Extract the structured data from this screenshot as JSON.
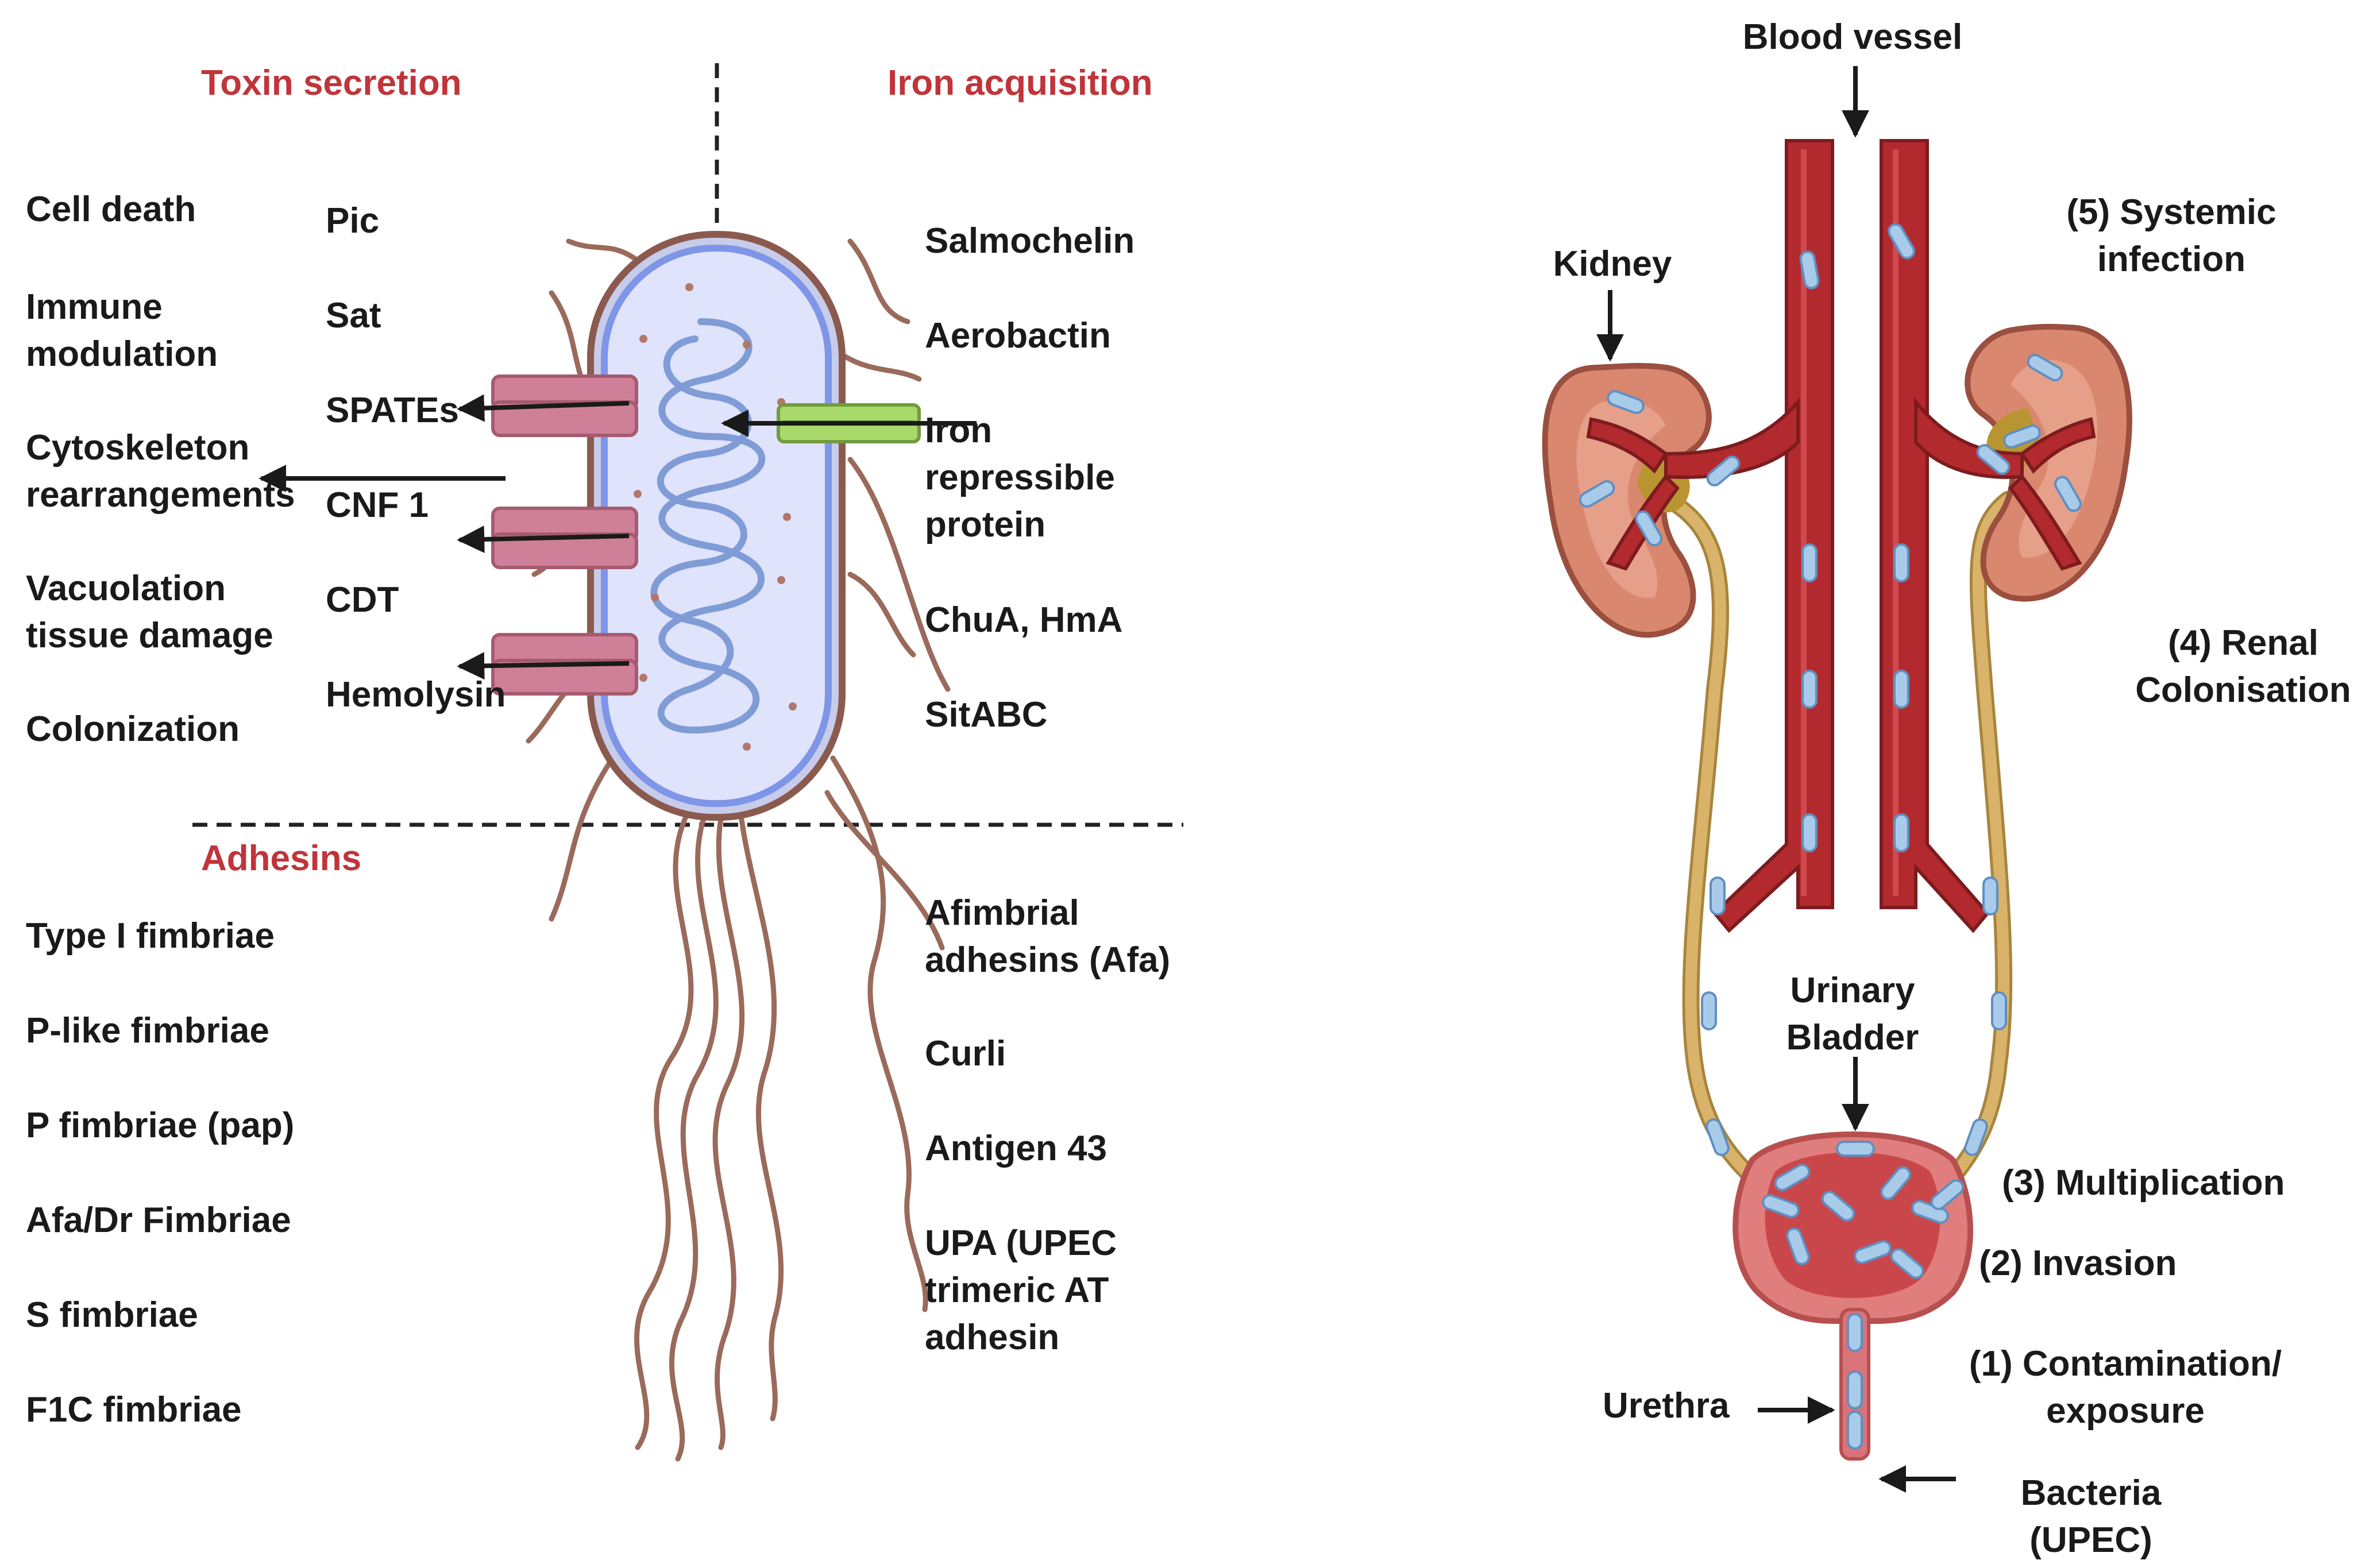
{
  "colors": {
    "heading_red": "#c0343a",
    "membrane_outer": "#8b5a4e",
    "cytoplasm": "#dfe3fb",
    "inner_membrane": "#7e95e8",
    "dna": "#7f9cd6",
    "flagella": "#9a6a5b",
    "pink_secretion": "#cf7f97",
    "green_transporter": "#a9d86b",
    "vessel_red": "#b32a2e",
    "ureter_gold": "#c9a255",
    "kidney_cortex": "#d9876e",
    "bladder": "#e07d7d",
    "bacterium_blue": "#a9cbea"
  },
  "icons": [
    "arrow-icon",
    "bacterium-icon",
    "kidney-icon",
    "bladder-icon",
    "blood-vessel-icon"
  ],
  "left": {
    "headings": {
      "toxin": "Toxin secretion",
      "iron": "Iron acquisition",
      "adhesins": "Adhesins"
    },
    "effects": [
      [
        "Cell death"
      ],
      [
        "Immune",
        "modulation"
      ],
      [
        "Cytoskeleton",
        "rearrangements"
      ],
      [
        "Vacuolation",
        "tissue damage"
      ],
      [
        "Colonization"
      ]
    ],
    "toxins": [
      "Pic",
      "Sat",
      "SPATEs",
      "CNF 1",
      "CDT",
      "Hemolysin"
    ],
    "iron": [
      [
        "Salmochelin"
      ],
      [
        "Aerobactin"
      ],
      [
        "Iron",
        "repressible",
        "protein"
      ],
      [
        "ChuA, HmA"
      ],
      [
        "SitABC"
      ]
    ],
    "fimbriae": [
      "Type I fimbriae",
      "P-like fimbriae",
      "P fimbriae (pap)",
      "Afa/Dr Fimbriae",
      "S fimbriae",
      "F1C fimbriae"
    ],
    "adhesins": [
      [
        "Afimbrial",
        "adhesins (Afa)"
      ],
      [
        "Curli"
      ],
      [
        "Antigen 43"
      ],
      [
        "UPA (UPEC",
        "trimeric AT",
        "adhesin"
      ]
    ]
  },
  "right": {
    "blood_vessel": "Blood vessel",
    "kidney": "Kidney",
    "systemic": [
      "(5) Systemic",
      "infection"
    ],
    "renal": [
      "(4) Renal",
      "Colonisation"
    ],
    "bladder": [
      "Urinary",
      "Bladder"
    ],
    "multiplication": "(3) Multiplication",
    "invasion": "(2) Invasion",
    "contamination": [
      "(1) Contamination/",
      "exposure"
    ],
    "urethra": "Urethra",
    "bacteria": [
      "Bacteria",
      "(UPEC)"
    ]
  }
}
